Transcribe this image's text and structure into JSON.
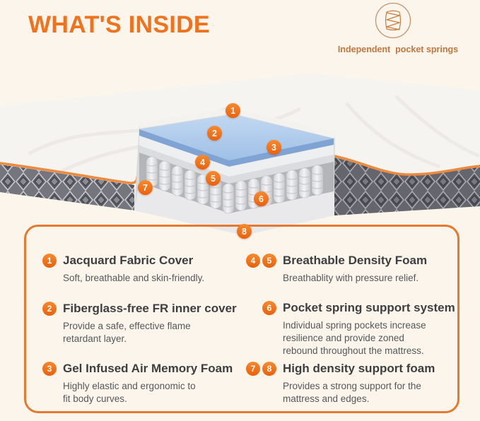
{
  "colors": {
    "background": "#FBF5EC",
    "accent_orange": "#F0721D",
    "panel_border": "#E6792F",
    "piping_orange": "#EC8A3E",
    "gel_blue": "#9FC0E6",
    "legend_brown": "#C4763B",
    "heading_text": "#3E3E40",
    "body_text": "#57575A"
  },
  "header": {
    "title": "WHAT'S INSIDE"
  },
  "legend": {
    "icon": "pocket-spring-icon",
    "label": "Independent  pocket springs"
  },
  "diagram": {
    "badges": [
      "1",
      "2",
      "3",
      "4",
      "5",
      "6",
      "7",
      "8"
    ]
  },
  "panel": {
    "left_items": [
      {
        "numbers": [
          "1"
        ],
        "title": "Jacquard Fabric Cover",
        "desc": "Soft, breathable and skin-friendly."
      },
      {
        "numbers": [
          "2"
        ],
        "title": "Fiberglass-free FR inner cover",
        "desc": "Provide a safe, effective flame\nretardant layer."
      },
      {
        "numbers": [
          "3"
        ],
        "title": "Gel Infused Air Memory Foam",
        "desc": "Highly elastic and ergonomic to\nfit body curves."
      }
    ],
    "right_items": [
      {
        "numbers": [
          "4",
          "5"
        ],
        "title": "Breathable Density Foam",
        "desc": "Breathablity with pressure relief."
      },
      {
        "numbers": [
          "6"
        ],
        "title": "Pocket spring support system",
        "desc": "Individual spring pockets increase\nresilience and provide zoned\nrebound throughout the mattress."
      },
      {
        "numbers": [
          "7",
          "8"
        ],
        "title": "High density support foam",
        "desc": "Provides a strong support for the\nmattress and edges."
      }
    ]
  }
}
